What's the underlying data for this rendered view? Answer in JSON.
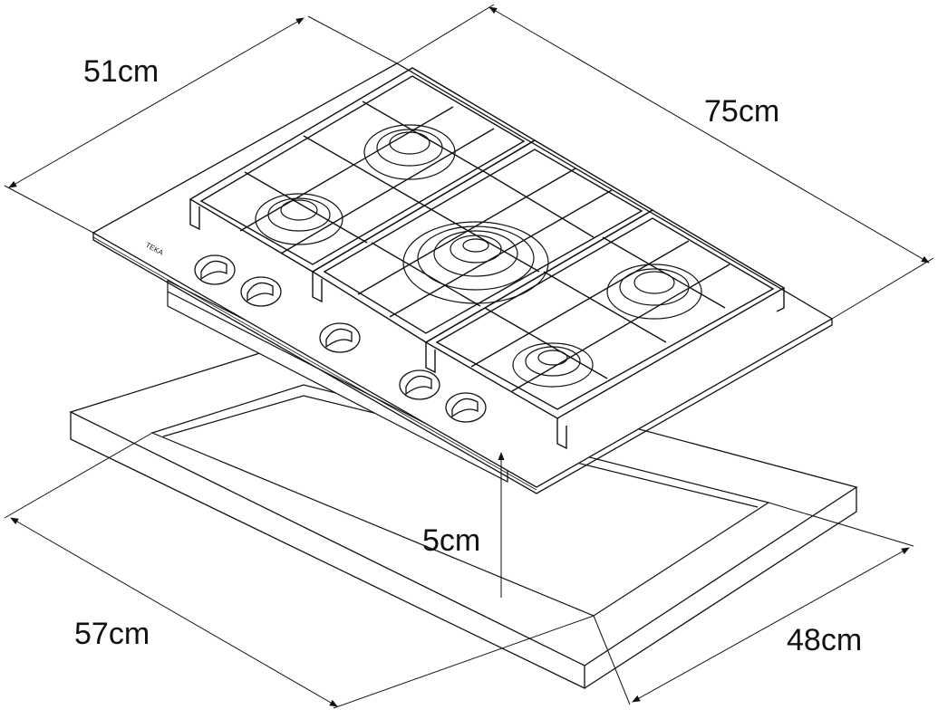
{
  "dimensions": {
    "hob_depth": "51cm",
    "hob_width": "75cm",
    "hob_height": "5cm",
    "cutout_width": "57cm",
    "cutout_depth": "48cm"
  },
  "colors": {
    "line": "#111111",
    "background": "#ffffff"
  },
  "brand_mark": "TEKA"
}
